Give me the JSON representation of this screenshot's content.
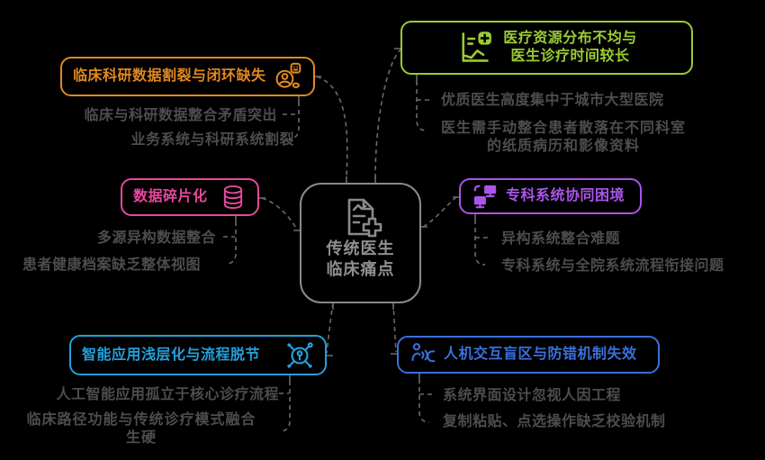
{
  "canvas": {
    "background": "#000000",
    "connector_color": "#6a6a6a",
    "sub_text_color": "#4d4d4d"
  },
  "center_node": {
    "title_lines": [
      "传统医生",
      "临床痛点"
    ],
    "icon": "medical-record-add-icon",
    "border_color": "#8a8a8a",
    "text_color": "#8f8f8f"
  },
  "branches": [
    {
      "name": "clinical-research-data",
      "title": "临床科研数据割裂与闭环缺失",
      "color": "#e08820",
      "icon": "user-research-loop-icon",
      "items": [
        "临床与科研数据整合矛盾突出",
        "业务系统与科研系统割裂"
      ]
    },
    {
      "name": "medical-resources",
      "title_lines": [
        "医疗资源分布不均与",
        "医生诊疗时间较长"
      ],
      "color": "#9bcb35",
      "icon": "chart-plus-icon",
      "items": [
        "优质医生高度集中于城市大型医院",
        "医生需手动整合患者散落在不同科室的纸质病历和影像资料"
      ]
    },
    {
      "name": "data-fragmentation",
      "title": "数据碎片化",
      "color": "#e8489e",
      "icon": "database-icon",
      "items": [
        "多源异构数据整合",
        "患者健康档案缺乏整体视图"
      ]
    },
    {
      "name": "specialty-system-collaboration",
      "title": "专科系统协同困境",
      "color": "#a855e8",
      "icon": "devices-sync-icon",
      "items": [
        "异构系统整合难题",
        "专科系统与全院系统流程衔接问题"
      ]
    },
    {
      "name": "shallow-ai-application",
      "title": "智能应用浅层化与流程脱节",
      "color": "#24a0db",
      "icon": "ai-network-icon",
      "items": [
        "人工智能应用孤立于核心诊疗流程",
        "临床路径功能与传统诊疗模式融合生硬"
      ]
    },
    {
      "name": "human-computer-interaction",
      "title": "人机交互盲区与防错机制失效",
      "color": "#3a70db",
      "icon": "human-interaction-icon",
      "items": [
        "系统界面设计忽视人因工程",
        "复制粘贴、点选操作缺乏校验机制"
      ]
    }
  ]
}
